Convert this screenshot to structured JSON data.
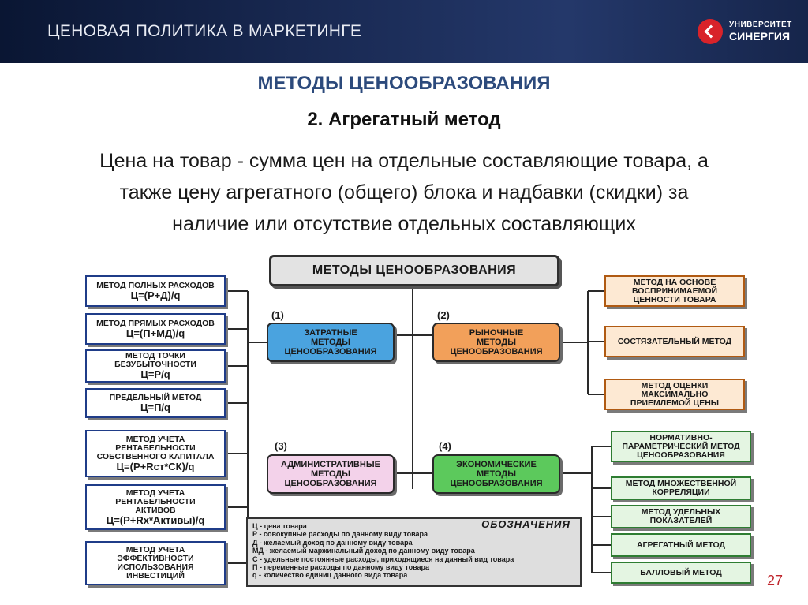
{
  "header": {
    "title": "ЦЕНОВАЯ ПОЛИТИКА В МАРКЕТИНГЕ",
    "logo_top": "УНИВЕРСИТЕТ",
    "logo_bottom": "СИНЕРГИЯ"
  },
  "slide": {
    "title": "МЕТОДЫ ЦЕНООБРАЗОВАНИЯ",
    "subtitle": "2. Агрегатный метод",
    "description_lines": [
      "Цена на товар - сумма цен на отдельные составляющие товара, а",
      "также цену агрегатного (общего) блока и надбавки (скидки) за",
      "наличие или отсутствие отдельных составляющих"
    ],
    "page_number": "27"
  },
  "diagram": {
    "root": "МЕТОДЫ ЦЕНООБРАЗОВАНИЯ",
    "categories": [
      {
        "num": "(1)",
        "lines": [
          "ЗАТРАТНЫЕ",
          "МЕТОДЫ",
          "ЦЕНООБРАЗОВАНИЯ"
        ],
        "color": "#4aa3df"
      },
      {
        "num": "(2)",
        "lines": [
          "РЫНОЧНЫЕ",
          "МЕТОДЫ",
          "ЦЕНООБРАЗОВАНИЯ"
        ],
        "color": "#f2a05a"
      },
      {
        "num": "(3)",
        "lines": [
          "АДМИНИСТРАТИВНЫЕ",
          "МЕТОДЫ",
          "ЦЕНООБРАЗОВАНИЯ"
        ],
        "color": "#f3d2ea"
      },
      {
        "num": "(4)",
        "lines": [
          "ЭКОНОМИЧЕСКИЕ",
          "МЕТОДЫ",
          "ЦЕНООБРАЗОВАНИЯ"
        ],
        "color": "#5cc95c"
      }
    ],
    "left_methods": [
      {
        "lines": [
          "МЕТОД ПОЛНЫХ РАСХОДОВ"
        ],
        "formula": "Ц=(Р+Д)/q"
      },
      {
        "lines": [
          "МЕТОД ПРЯМЫХ РАСХОДОВ"
        ],
        "formula": "Ц=(П+МД)/q"
      },
      {
        "lines": [
          "МЕТОД ТОЧКИ",
          "БЕЗУБЫТОЧНОСТИ"
        ],
        "formula": "Ц=Р/q"
      },
      {
        "lines": [
          "ПРЕДЕЛЬНЫЙ МЕТОД"
        ],
        "formula": "Ц=П/q"
      },
      {
        "lines": [
          "МЕТОД УЧЕТА",
          "РЕНТАБЕЛЬНОСТИ",
          "СОБСТВЕННОГО КАПИТАЛА"
        ],
        "formula": "Ц=(Р+Rст*СК)/q"
      },
      {
        "lines": [
          "МЕТОД УЧЕТА",
          "РЕНТАБЕЛЬНОСТИ",
          "АКТИВОВ"
        ],
        "formula": "Ц=(Р+Rх*Активы)/q"
      },
      {
        "lines": [
          "МЕТОД УЧЕТА",
          "ЭФФЕКТИВНОСТИ",
          "ИСПОЛЬЗОВАНИЯ",
          "ИНВЕСТИЦИЙ"
        ],
        "formula": ""
      }
    ],
    "market_methods": [
      {
        "lines": [
          "МЕТОД НА ОСНОВЕ",
          "ВОСПРИНИМАЕМОЙ",
          "ЦЕННОСТИ ТОВАРА"
        ]
      },
      {
        "lines": [
          "СОСТЯЗАТЕЛЬНЫЙ МЕТОД"
        ]
      },
      {
        "lines": [
          "МЕТОД ОЦЕНКИ",
          "МАКСИМАЛЬНО",
          "ПРИЕМЛЕМОЙ ЦЕНЫ"
        ]
      }
    ],
    "economic_methods": [
      {
        "lines": [
          "НОРМАТИВНО-",
          "ПАРАМЕТРИЧЕСКИЙ МЕТОД",
          "ЦЕНООБРАЗОВАНИЯ"
        ]
      },
      {
        "lines": [
          "МЕТОД МНОЖЕСТВЕННОЙ",
          "КОРРЕЛЯЦИИ"
        ]
      },
      {
        "lines": [
          "МЕТОД УДЕЛЬНЫХ",
          "ПОКАЗАТЕЛЕЙ"
        ]
      },
      {
        "lines": [
          "АГРЕГАТНЫЙ МЕТОД"
        ]
      },
      {
        "lines": [
          "БАЛЛОВЫЙ МЕТОД"
        ]
      }
    ],
    "legend": {
      "title": "ОБОЗНАЧЕНИЯ",
      "lines": [
        "Ц - цена товара",
        "Р - совокупные расходы по данному виду товара",
        "Д - желаемый доход по данному виду товара",
        "МД - желаемый маржинальный доход по данному виду товара",
        "С - удельные постоянные расходы, приходящиеся на данный вид товара",
        "П - переменные расходы по данному виду товара",
        "q - количество единиц данного вида товара"
      ]
    },
    "line_color": "#2a2a2a"
  }
}
